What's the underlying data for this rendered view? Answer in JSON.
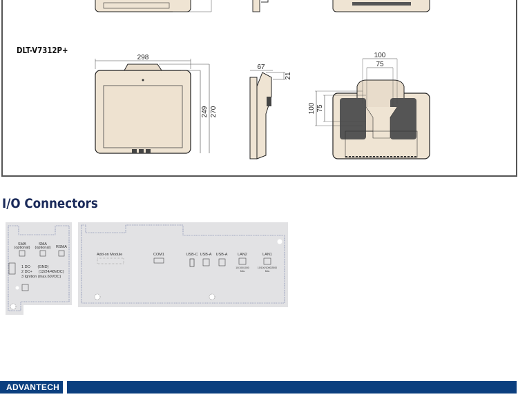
{
  "drawing": {
    "model": "DLT-V7312P+",
    "front": {
      "width": "298",
      "height_inner": "249",
      "height_total": "270"
    },
    "side": {
      "depth": "67",
      "handle": "21"
    },
    "back": {
      "vesa_h_outer": "100",
      "vesa_h_inner": "75",
      "vesa_v_outer": "100",
      "vesa_v_inner": "75"
    }
  },
  "io": {
    "title": "I/O Connectors",
    "left_panel": {
      "sma1": "SMA",
      "sma1_sub": "(optional)",
      "sma2": "SMA",
      "sma2_sub": "(optional)",
      "rsma": "RSMA",
      "power_lines": [
        "1 DC-      (GND)",
        "2 DC+      (12/24/48VDC)",
        "3 Ignition (max.60VDC)"
      ]
    },
    "right_panel": {
      "addon": "Add-on Module",
      "com1": "COM1",
      "usbc": "USB-C",
      "usba1": "USB-A",
      "usba2": "USB-A",
      "lan2": "LAN2",
      "lan2_sub": "10/100/1000",
      "lan2_sub2": "Mbs",
      "lan1": "LAN1",
      "lan1_sub": "10/100/1000/2500",
      "lan1_sub2": "Mbs"
    }
  },
  "footer": {
    "brand": "ADVANTECH",
    "color": "#0b3f7f"
  }
}
